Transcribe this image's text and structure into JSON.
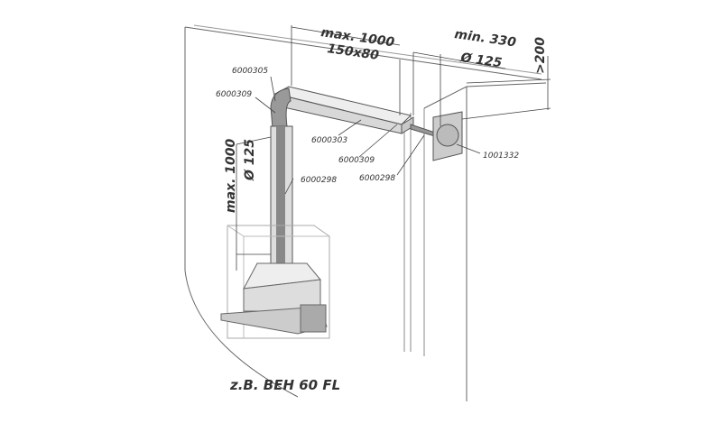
{
  "dimensions": {
    "horizontal_duct_length": "max. 1000",
    "horizontal_duct_size": "150x80",
    "wall_offset": "min. 330",
    "wall_diameter": "Ø 125",
    "ceiling_clearance": ">200",
    "vertical_length": "max. 1000",
    "vertical_diameter": "Ø 125"
  },
  "part_numbers": {
    "bend_top": "6000305",
    "adapter_top": "6000309",
    "flat_duct": "6000303",
    "adapter_wall": "6000309",
    "round_pipe_wall": "6000298",
    "wall_box": "1001332",
    "round_pipe_vertical": "6000298"
  },
  "model_label": "z.B. BEH 60 FL"
}
